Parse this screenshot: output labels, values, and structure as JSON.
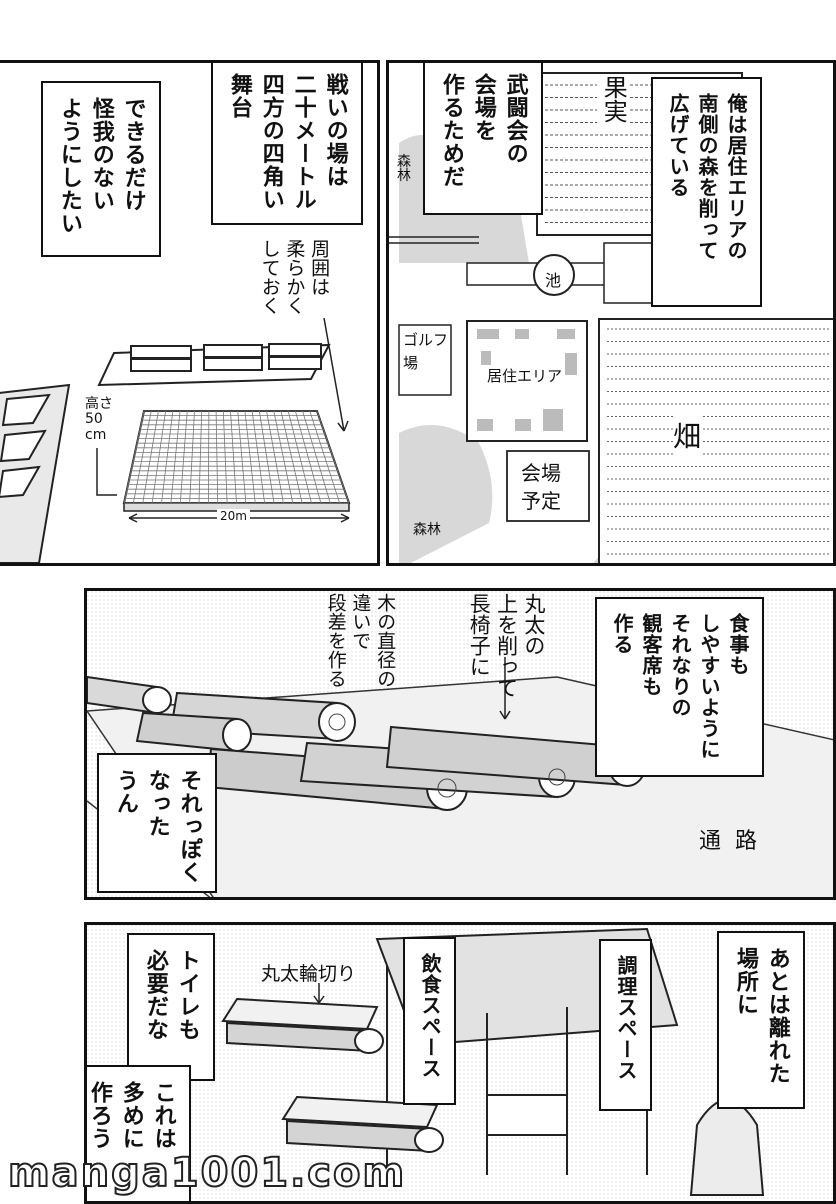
{
  "panel1": {
    "caption_a": "できるだけ\n怪我のない\nようにしたい",
    "caption_b": "戦いの場は\n二十メートル\n四方の四角い\n舞台",
    "note_soft": "周囲は\n柔らかく\nしておく",
    "label_height": "高さ\n50\ncm",
    "label_width": "20m"
  },
  "panel2": {
    "caption_a": "武闘会の\n会場を\n作るためだ",
    "caption_b": "俺は居住エリアの\n南側の森を削って\n広げている",
    "map_fruit": "果実",
    "map_forest_top": "森\n林",
    "map_pond": "池",
    "map_golf": "ゴルフ\n場",
    "map_residential": "居住エリア",
    "map_field": "畑",
    "map_venue": "会場\n予定",
    "map_forest_bottom": "森林"
  },
  "panel3": {
    "caption_a": "食事も\nしやすいように\nそれなりの\n観客席も\n作る",
    "caption_b": "それっぽく\nなった\nうん",
    "note_log": "丸太の\n上を削って\n長椅子に",
    "note_step": "木の直径の\n違いで\n段差を作る",
    "label_path": "通路"
  },
  "panel4": {
    "caption_a": "あとは離れた\n場所に",
    "caption_b": "調理スペース",
    "caption_c": "飲食スペース",
    "caption_d": "トイレも\n必要だな",
    "caption_e": "これは\n多めに\n作ろう",
    "note_cut": "丸太輪切り"
  },
  "watermark": "manga1001.com"
}
